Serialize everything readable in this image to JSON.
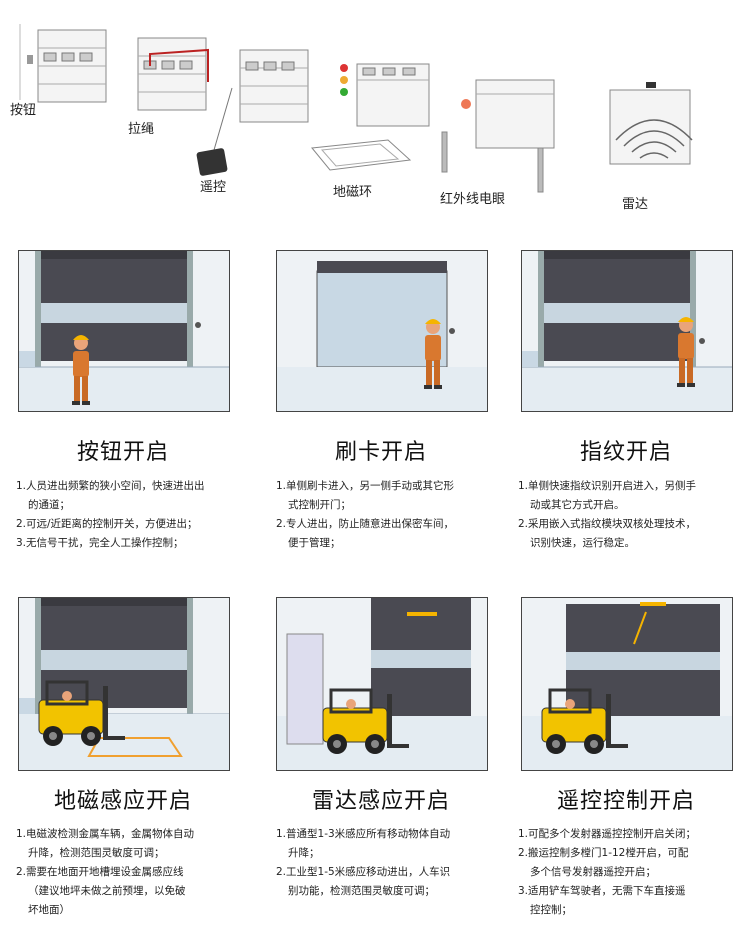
{
  "top_row": {
    "labels": [
      "按钮",
      "拉绳",
      "遥控",
      "地磁环",
      "红外线电眼",
      "雷达"
    ]
  },
  "cards": [
    {
      "title": "按钮开启",
      "lines": [
        "1.人员进出频繁的狭小空间，快速进出出",
        "的通道；",
        "2.可远/近距离的控制开关，方便进出；",
        "3.无信号干扰，完全人工操作控制；"
      ]
    },
    {
      "title": "刷卡开启",
      "lines": [
        "1.单侧刷卡进入，另一侧手动或其它形",
        "式控制开门；",
        "2.专人进出，防止随意进出保密车间，",
        "便于管理；"
      ]
    },
    {
      "title": "指纹开启",
      "lines": [
        "1.单侧快速指纹识别开启进入，另侧手",
        "动或其它方式开启。",
        "2.采用嵌入式指纹模块双核处理技术，",
        "识别快速，运行稳定。"
      ]
    },
    {
      "title": "地磁感应开启",
      "lines": [
        "1.电磁波检测金属车辆，金属物体自动",
        "升降，检测范围灵敏度可调；",
        "2.需要在地面开地槽埋设金属感应线",
        "（建议地坪未做之前预埋，以免破",
        "坏地面）"
      ]
    },
    {
      "title": "雷达感应开启",
      "lines": [
        "1.普通型1-3米感应所有移动物体自动",
        "升降；",
        "2.工业型1-5米感应移动进出，人车识",
        "别功能，检测范围灵敏度可调；"
      ]
    },
    {
      "title": "遥控控制开启",
      "lines": [
        "1.可配多个发射器遥控控制开启关闭；",
        "2.搬运控制多樘门1-12樘开启，可配",
        "多个信号发射器遥控开启；",
        "3.适用铲车驾驶者，无需下车直接遥",
        "控控制；"
      ]
    }
  ]
}
